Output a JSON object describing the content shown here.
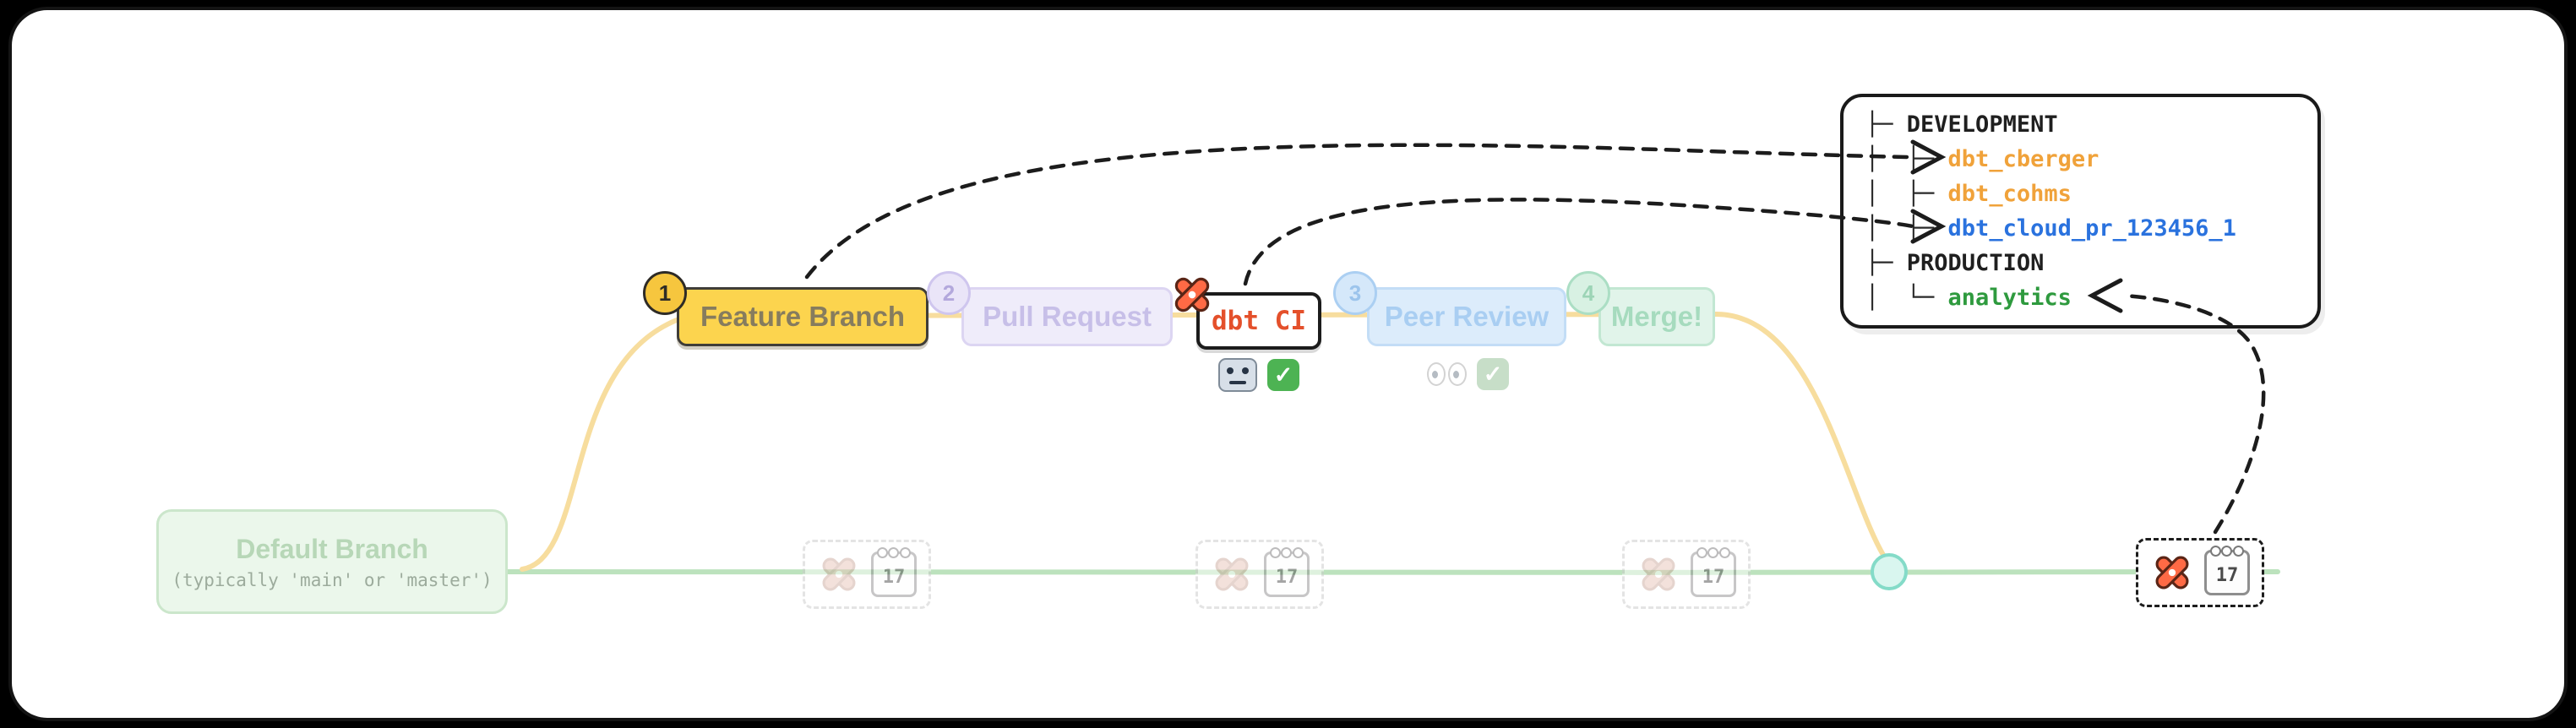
{
  "default_branch": {
    "title": "Default Branch",
    "subtitle": "(typically 'main' or 'master')"
  },
  "steps": {
    "feature_branch": {
      "badge": "1",
      "label": "Feature Branch",
      "accent": "#fcd44e"
    },
    "pull_request": {
      "badge": "2",
      "label": "Pull Request",
      "accent": "#efecfa"
    },
    "dbt_ci": {
      "label": "dbt CI",
      "accent": "#e4502b"
    },
    "peer_review": {
      "badge": "3",
      "label": "Peer Review",
      "accent": "#dcecfb"
    },
    "merge": {
      "badge": "4",
      "label": "Merge!",
      "accent": "#e1f4ea"
    }
  },
  "status_icons": {
    "check_glyph": "✓",
    "calendar_day": "17"
  },
  "branch_lines": {
    "main_color": "#bce2bd",
    "feature_color": "#f7dd9e",
    "merge_dot_fill": "#d9f6ef",
    "merge_dot_stroke": "#84dbc8",
    "dbt_orange": "#ff6a45",
    "dbt_orange_faded": "#f6c0ae"
  },
  "environments_panel": {
    "rows": [
      {
        "prefix": "├─ ",
        "name": "DEVELOPMENT",
        "color": "#1f1f1f",
        "css": "color:#1f1f1f"
      },
      {
        "prefix": "│  ├─ ",
        "name": "dbt_cberger",
        "color": "#f0a23a",
        "css": "color:#f0a23a"
      },
      {
        "prefix": "│  ├─ ",
        "name": "dbt_cohms",
        "color": "#f0a23a",
        "css": "color:#f0a23a"
      },
      {
        "prefix": "│  ├─ ",
        "name": "dbt_cloud_pr_123456_1",
        "color": "#2a72de",
        "css": "color:#2a72de"
      },
      {
        "prefix": "├─ ",
        "name": "PRODUCTION",
        "color": "#1f1f1f",
        "css": "color:#1f1f1f"
      },
      {
        "prefix": "│  └─ ",
        "name": "analytics",
        "color": "#2e9a3e",
        "css": "color:#2e9a3e"
      }
    ]
  }
}
